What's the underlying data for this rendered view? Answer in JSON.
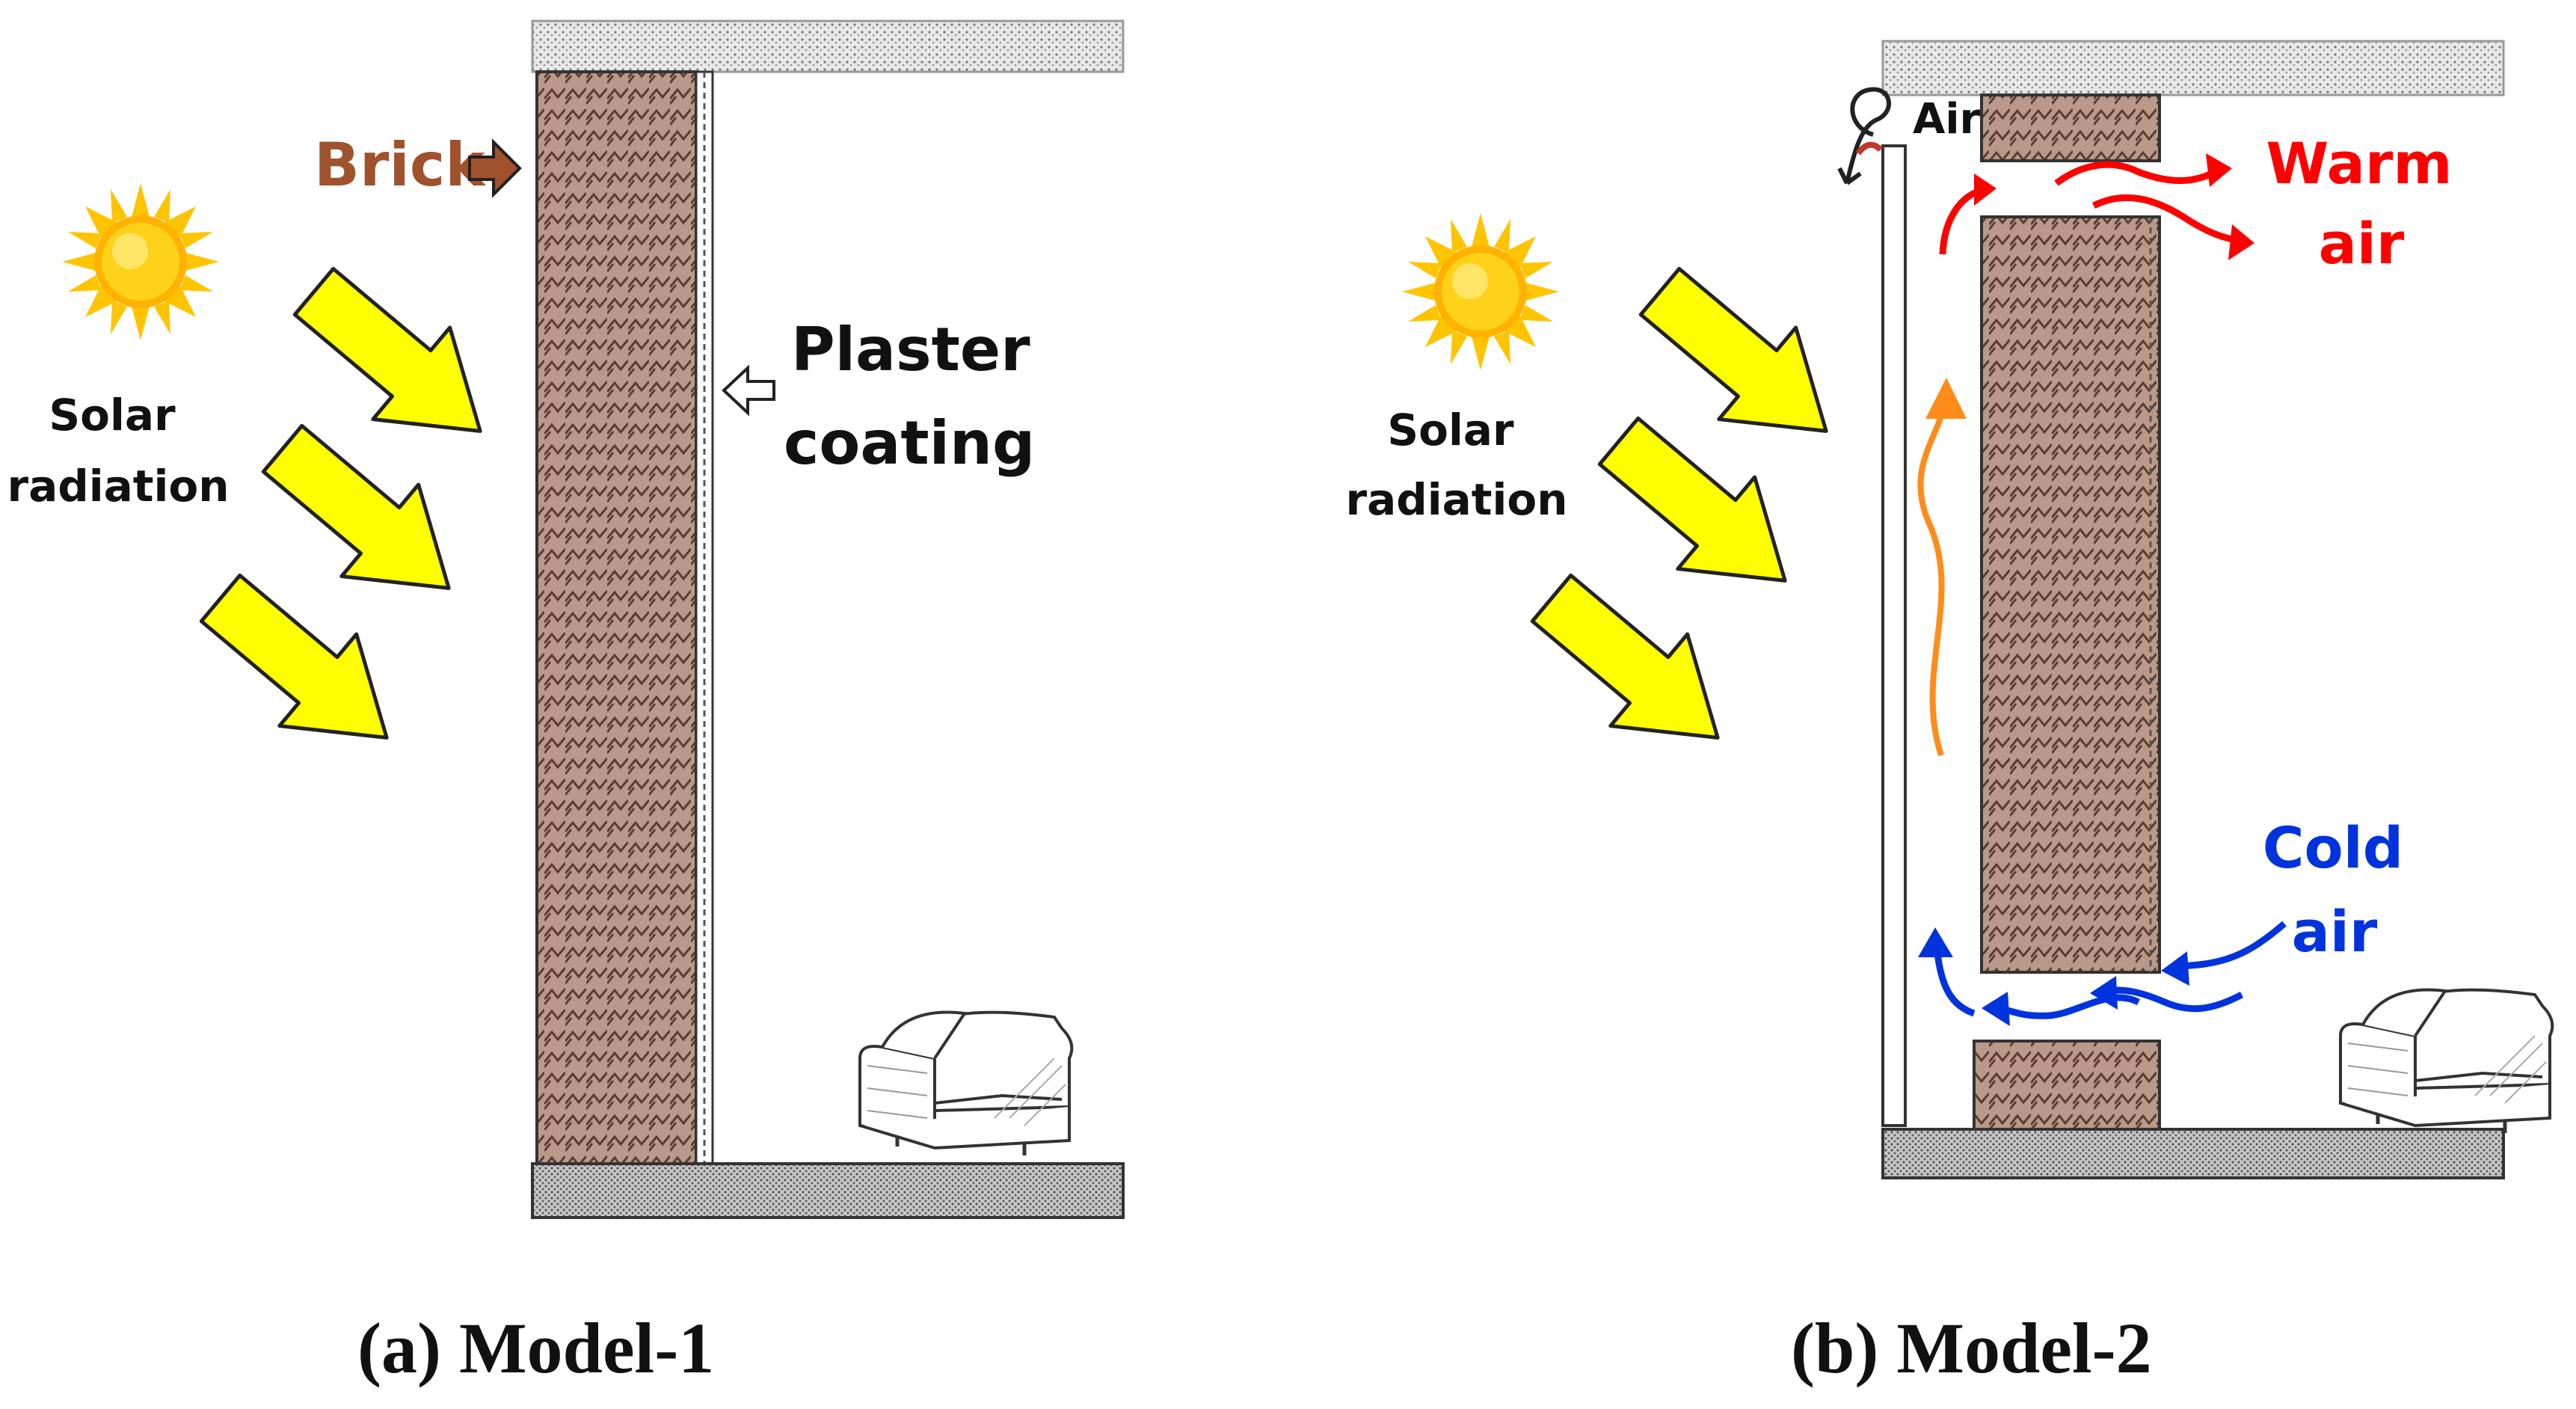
{
  "model1": {
    "brick_label": "Brick",
    "plaster_label_line1": "Plaster",
    "plaster_label_line2": "coating",
    "solar_label_line1": "Solar",
    "solar_label_line2": "radiation"
  },
  "model2": {
    "air_label": "Air",
    "warm_label_line1": "Warm",
    "warm_label_line2": "air",
    "cold_label_line1": "Cold",
    "cold_label_line2": "air",
    "solar_label_line1": "Solar",
    "solar_label_line2": "radiation"
  },
  "captions": {
    "a_open": "(",
    "a_letter": "a",
    "a_text": ") Model-1",
    "b_open": "(",
    "b_letter": "b",
    "b_text": ") Model-2"
  },
  "colors": {
    "brick": "#b9998a",
    "brick_label": "#a0522d",
    "arrow_fill": "#ffff00",
    "warm": "#ff0000",
    "cold": "#0033dd",
    "rising_air": "#ff8c1a",
    "sun": "#ffc400"
  }
}
